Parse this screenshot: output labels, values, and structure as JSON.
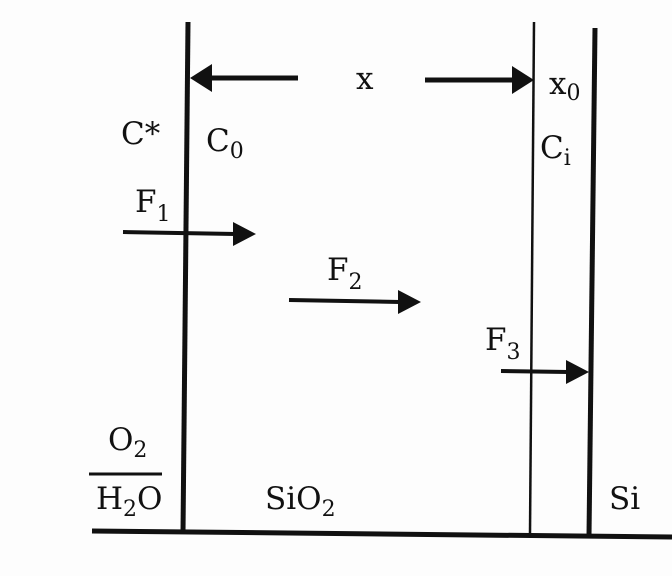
{
  "labels": {
    "x": "x",
    "x0_base": "x",
    "x0_sub": "0",
    "c_star": "C*",
    "c0_base": "C",
    "c0_sub": "0",
    "ci_base": "C",
    "ci_sub": "i",
    "f1_base": "F",
    "f1_sub": "1",
    "f2_base": "F",
    "f2_sub": "2",
    "f3_base": "F",
    "f3_sub": "3",
    "o2_base": "O",
    "o2_sub": "2",
    "h2o_h": "H",
    "h2o_sub": "2",
    "h2o_o": "O",
    "sio2_base": "SiO",
    "sio2_sub": "2",
    "si": "Si"
  }
}
